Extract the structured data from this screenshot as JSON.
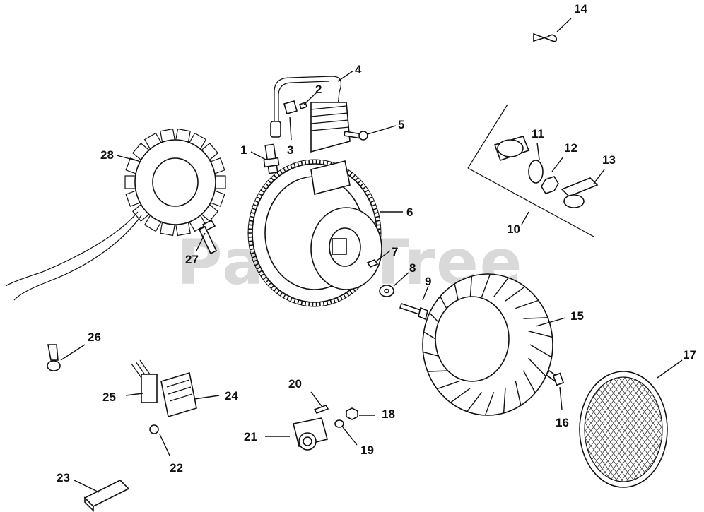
{
  "watermark": "PartsTree",
  "callouts": [
    {
      "num": "1"
    },
    {
      "num": "2"
    },
    {
      "num": "3"
    },
    {
      "num": "4"
    },
    {
      "num": "5"
    },
    {
      "num": "6"
    },
    {
      "num": "7"
    },
    {
      "num": "8"
    },
    {
      "num": "9"
    },
    {
      "num": "10"
    },
    {
      "num": "11"
    },
    {
      "num": "12"
    },
    {
      "num": "13"
    },
    {
      "num": "14"
    },
    {
      "num": "15"
    },
    {
      "num": "16"
    },
    {
      "num": "17"
    },
    {
      "num": "18"
    },
    {
      "num": "19"
    },
    {
      "num": "20"
    },
    {
      "num": "21"
    },
    {
      "num": "22"
    },
    {
      "num": "23"
    },
    {
      "num": "24"
    },
    {
      "num": "25"
    },
    {
      "num": "26"
    },
    {
      "num": "27"
    },
    {
      "num": "28"
    }
  ]
}
